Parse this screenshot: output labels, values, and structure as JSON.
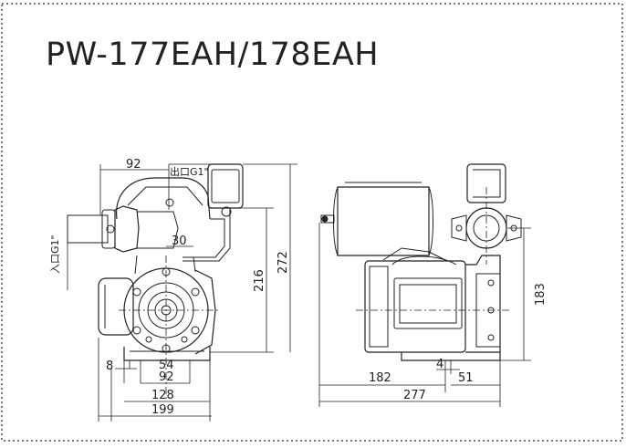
{
  "title": "PW-177EAH/178EAH",
  "front_view": {
    "dims": {
      "top_width": "92",
      "outlet_label": "出口G1\"",
      "inlet_label": "入口G1\"",
      "inner_offset": "30",
      "height_inner": "216",
      "height_total": "272",
      "left_foot": "8",
      "base_mid": "54",
      "base_holes": "92",
      "base_inner": "128",
      "overall_width": "199"
    }
  },
  "side_view": {
    "dims": {
      "right_height": "183",
      "base_left": "182",
      "foot_small": "4",
      "base_right": "51",
      "overall_length": "277"
    }
  }
}
